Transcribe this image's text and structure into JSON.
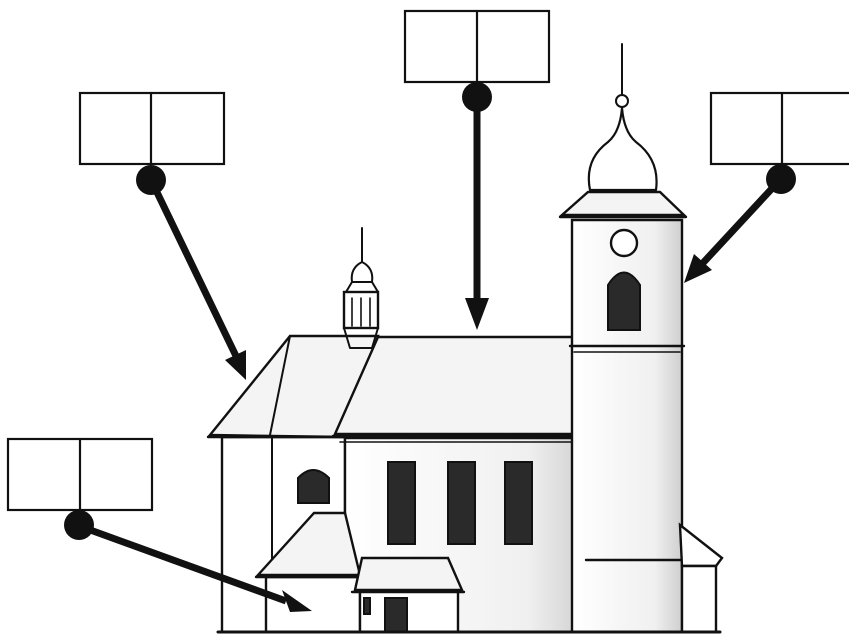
{
  "diagram": {
    "subject": "church-with-bell-tower",
    "label_boxes": [
      {
        "id": "nave-roof",
        "cells": [
          "",
          ""
        ]
      },
      {
        "id": "presbytery-roof",
        "cells": [
          "",
          ""
        ]
      },
      {
        "id": "bell-tower",
        "cells": [
          "",
          ""
        ]
      },
      {
        "id": "side-chapel",
        "cells": [
          "",
          ""
        ]
      }
    ],
    "colors": {
      "ink": "#111111",
      "background": "#ffffff",
      "windows": "#2a2a2a",
      "shading": "#d8d8d8"
    }
  }
}
